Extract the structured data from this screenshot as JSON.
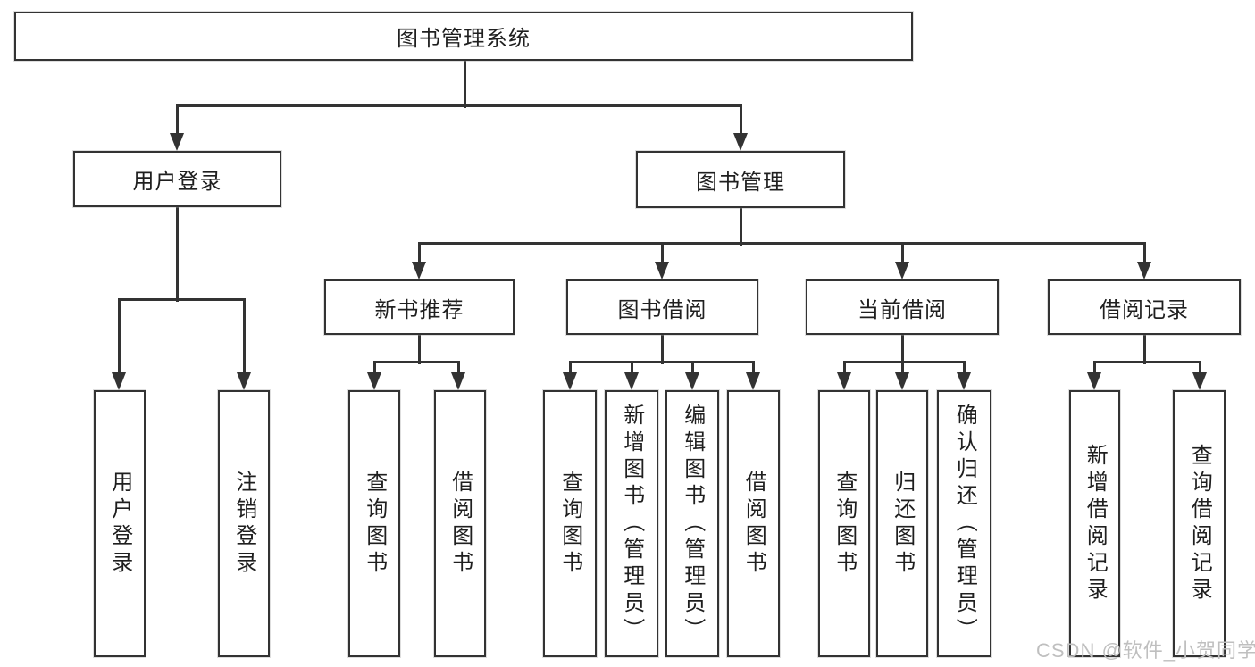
{
  "diagram": {
    "root": {
      "label": "图书管理系统"
    },
    "level2": {
      "user_login": {
        "label": "用户登录"
      },
      "book_management": {
        "label": "图书管理"
      }
    },
    "level3": {
      "new_book_recommendation": {
        "label": "新书推荐"
      },
      "book_borrowing": {
        "label": "图书借阅"
      },
      "current_borrowing": {
        "label": "当前借阅"
      },
      "borrowing_records": {
        "label": "借阅记录"
      }
    },
    "leaves": {
      "user_login_leaf": {
        "label": "用户登录"
      },
      "logout": {
        "label": "注销登录"
      },
      "nb_query_books": {
        "label": "查询图书"
      },
      "nb_borrow_books": {
        "label": "借阅图书"
      },
      "bb_query_books": {
        "label": "查询图书"
      },
      "bb_add_books": {
        "label": "新增图书（管理员）"
      },
      "bb_edit_books": {
        "label": "编辑图书（管理员）"
      },
      "bb_borrow_books": {
        "label": "借阅图书"
      },
      "cb_query_books": {
        "label": "查询图书"
      },
      "cb_return_books": {
        "label": "归还图书"
      },
      "cb_confirm_return": {
        "label": "确认归还（管理员）"
      },
      "br_add_record": {
        "label": "新增借阅记录"
      },
      "br_query_record": {
        "label": "查询借阅记录"
      }
    },
    "watermark": "CSDN @软件_小贺同学",
    "colors": {
      "line": "#333333",
      "border": "#333333",
      "text": "#1f1f1f",
      "watermark": "#bfbfbf",
      "background": "#ffffff"
    }
  }
}
